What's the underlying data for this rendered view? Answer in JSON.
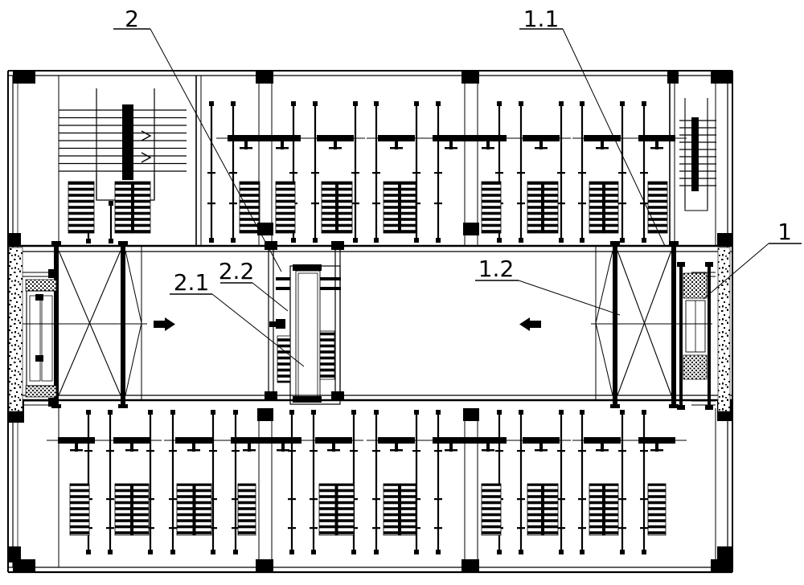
{
  "figure": {
    "type": "floor-plan-drawing",
    "callouts": [
      {
        "id": "2",
        "text": "2"
      },
      {
        "id": "1.1",
        "text": "1.1"
      },
      {
        "id": "1",
        "text": "1"
      },
      {
        "id": "2.1",
        "text": "2.1"
      },
      {
        "id": "2.2",
        "text": "2.2"
      },
      {
        "id": "1.2",
        "text": "1.2"
      }
    ],
    "arrows": [
      {
        "name": "flow-arrow-right",
        "direction": "right"
      },
      {
        "name": "flow-arrow-left",
        "direction": "left"
      }
    ],
    "colors": {
      "ink": "#000000",
      "paper": "#ffffff"
    }
  }
}
